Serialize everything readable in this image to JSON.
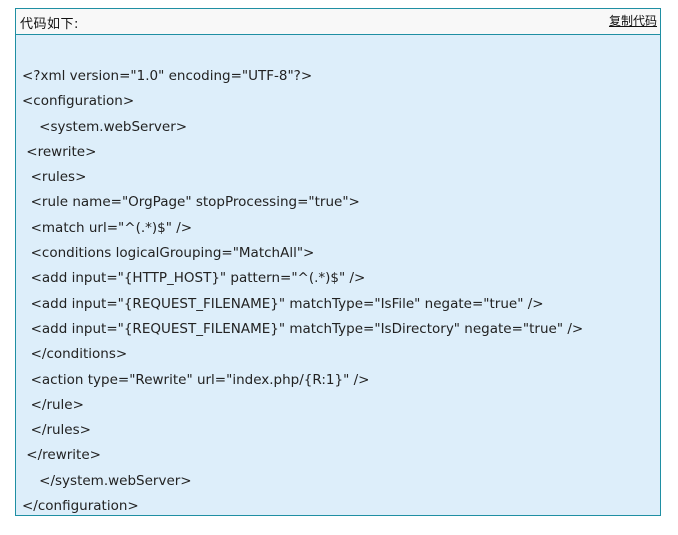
{
  "header": {
    "title": "代码如下:",
    "copy_label": "复制代码"
  },
  "code": {
    "lines": [
      "<?xml version=\"1.0\" encoding=\"UTF-8\"?>",
      "<configuration>",
      "    <system.webServer>",
      " <rewrite>",
      "  <rules>",
      "  <rule name=\"OrgPage\" stopProcessing=\"true\">",
      "  <match url=\"^(.*)$\" />",
      "  <conditions logicalGrouping=\"MatchAll\">",
      "  <add input=\"{HTTP_HOST}\" pattern=\"^(.*)$\" />",
      "  <add input=\"{REQUEST_FILENAME}\" matchType=\"IsFile\" negate=\"true\" />",
      "  <add input=\"{REQUEST_FILENAME}\" matchType=\"IsDirectory\" negate=\"true\" />",
      "  </conditions>",
      "  <action type=\"Rewrite\" url=\"index.php/{R:1}\" />",
      "  </rule>",
      "  </rules>",
      " </rewrite>",
      "    </system.webServer>",
      "</configuration>"
    ]
  }
}
